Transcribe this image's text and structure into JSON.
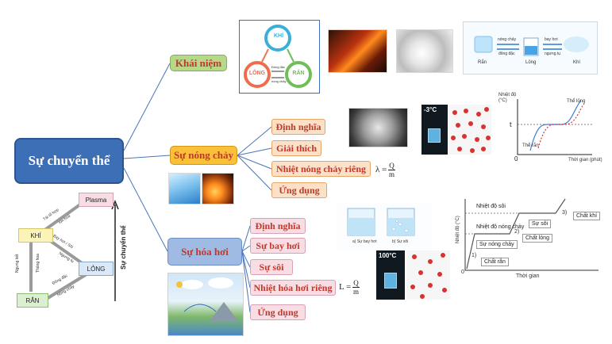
{
  "root": {
    "label": "Sự chuyển thể"
  },
  "branches": {
    "khai_niem": {
      "label": "Khái niệm"
    },
    "su_nong_chay": {
      "label": "Sự nóng chảy",
      "children": [
        "Định nghĩa",
        "Giải thích",
        "Nhiệt nóng chảy riêng",
        "Ứng dụng"
      ]
    },
    "su_hoa_hoi": {
      "label": "Sự hóa hơi",
      "children": [
        "Định nghĩa",
        "Sự bay hơi",
        "Sự sôi",
        "Nhiệt hóa hơi riêng",
        "Ứng dụng"
      ]
    }
  },
  "formulas": {
    "melting": {
      "lhs": "λ =",
      "num": "Q",
      "den": "m"
    },
    "vapor": {
      "lhs": "L =",
      "num": "Q",
      "den": "m"
    }
  },
  "cycle_image": {
    "states": [
      "KHÍ",
      "LỎNG",
      "RẮN"
    ],
    "arrows": [
      "Đông đặc",
      "nóng chảy"
    ]
  },
  "states_strip": {
    "labels": [
      "Rắn",
      "Lỏng",
      "Khí"
    ],
    "arrows_top": [
      "nóng chảy",
      "bay hơi"
    ],
    "arrows_bottom": [
      "đông đặc",
      "ngưng tụ"
    ]
  },
  "ice_photo": {
    "temp": "-3°C"
  },
  "boil_photo": {
    "temp": "100°C"
  },
  "beakers": {
    "captions": [
      "a) Sự bay hơi",
      "b) Sự sôi"
    ]
  },
  "melt_graph": {
    "y_label": "Nhiệt độ (°C)",
    "x_label": "Thời gian (phút)",
    "t_label": "t",
    "origin": "0",
    "solid": "Thể rắn",
    "liquid": "Thể lỏng"
  },
  "heat_graph": {
    "y_label": "Nhiệt độ (°C)",
    "x_label": "Thời gian",
    "origin": "0",
    "levels": [
      "Nhiệt độ sôi",
      "Nhiệt độ nóng chảy"
    ],
    "stages": [
      "Chất rắn",
      "Sự nóng chảy",
      "Chất lỏng",
      "Sự sôi",
      "Chất khí"
    ],
    "stage_nums": [
      "1)",
      "2)",
      "3)"
    ]
  },
  "state_diagram": {
    "nodes": [
      "Plasma",
      "KHÍ",
      "LỎNG",
      "RẮN"
    ],
    "edge_labels": [
      "Tái tổ hợp",
      "Ion hoá",
      "Bay hơi / Sôi",
      "Ngưng tụ",
      "Ngưng kết",
      "Thăng hoa",
      "Đông đặc",
      "Nóng chảy"
    ],
    "axis_label": "Sự chuyển thể"
  },
  "colors": {
    "root": "#3d6fb6",
    "khai_niem": "#b6d88b",
    "nong_chay": "#f9c13a",
    "hoa_hoi": "#9fbbe4",
    "text_red": "#c0392b"
  }
}
